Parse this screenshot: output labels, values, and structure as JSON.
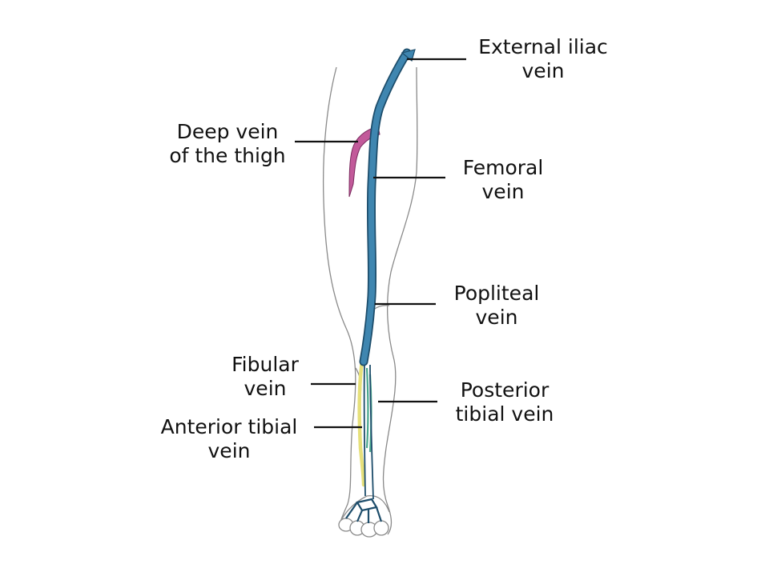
{
  "diagram": {
    "labels": {
      "external_iliac": [
        "External iliac",
        "vein"
      ],
      "deep_thigh": [
        "Deep vein",
        "of the thigh"
      ],
      "femoral": [
        "Femoral",
        "vein"
      ],
      "popliteal": [
        "Popliteal",
        "vein"
      ],
      "fibular": [
        "Fibular",
        "vein"
      ],
      "posterior_tibial": [
        "Posterior",
        "tibial vein"
      ],
      "anterior_tibial": [
        "Anterior tibial",
        "vein"
      ]
    },
    "colors": {
      "main_vein": "#3f86b0",
      "vein_outline": "#1d4d6b",
      "deep_thigh_vein": "#c25a9a",
      "anterior_tibial": "#e6e07a",
      "posterior_tibial": "#4aa88c",
      "leg_outline": "#8a8a8a",
      "leader_line": "#111111"
    }
  }
}
